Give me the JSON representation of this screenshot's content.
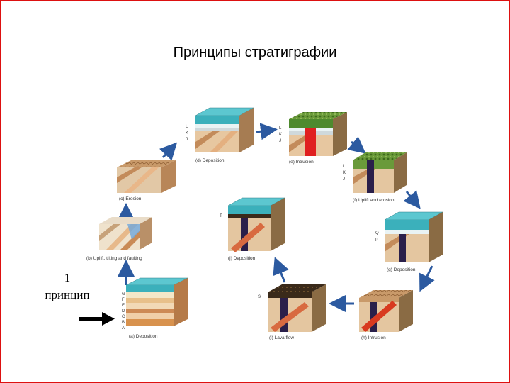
{
  "slide": {
    "title": "Принципы стратиграфии",
    "note_line1": "1",
    "note_line2": "принцип",
    "accent_color": "#cc1111"
  },
  "diagram": {
    "blocks": [
      {
        "id": "a",
        "caption": "(a) Deposition",
        "labels": [
          "G",
          "F",
          "E",
          "D",
          "C",
          "B",
          "A"
        ]
      },
      {
        "id": "b",
        "caption": "(b) Uplift, tilting and faulting",
        "labels": []
      },
      {
        "id": "c",
        "caption": "(c) Erosion",
        "labels": []
      },
      {
        "id": "d",
        "caption": "(d) Deposition",
        "labels": [
          "L",
          "K",
          "J"
        ]
      },
      {
        "id": "e",
        "caption": "(e) Intrusion",
        "labels": [
          "L",
          "K",
          "J"
        ]
      },
      {
        "id": "f",
        "caption": "(f) Uplift and erosion",
        "labels": [
          "L",
          "K",
          "J"
        ]
      },
      {
        "id": "g",
        "caption": "(g) Deposition",
        "labels": [
          "Q",
          "P"
        ]
      },
      {
        "id": "h",
        "caption": "(h) Intrusion",
        "labels": []
      },
      {
        "id": "i",
        "caption": "(i) Lava flow",
        "labels": [
          "S"
        ]
      },
      {
        "id": "j",
        "caption": "(j) Deposition",
        "labels": [
          "T"
        ]
      }
    ]
  }
}
